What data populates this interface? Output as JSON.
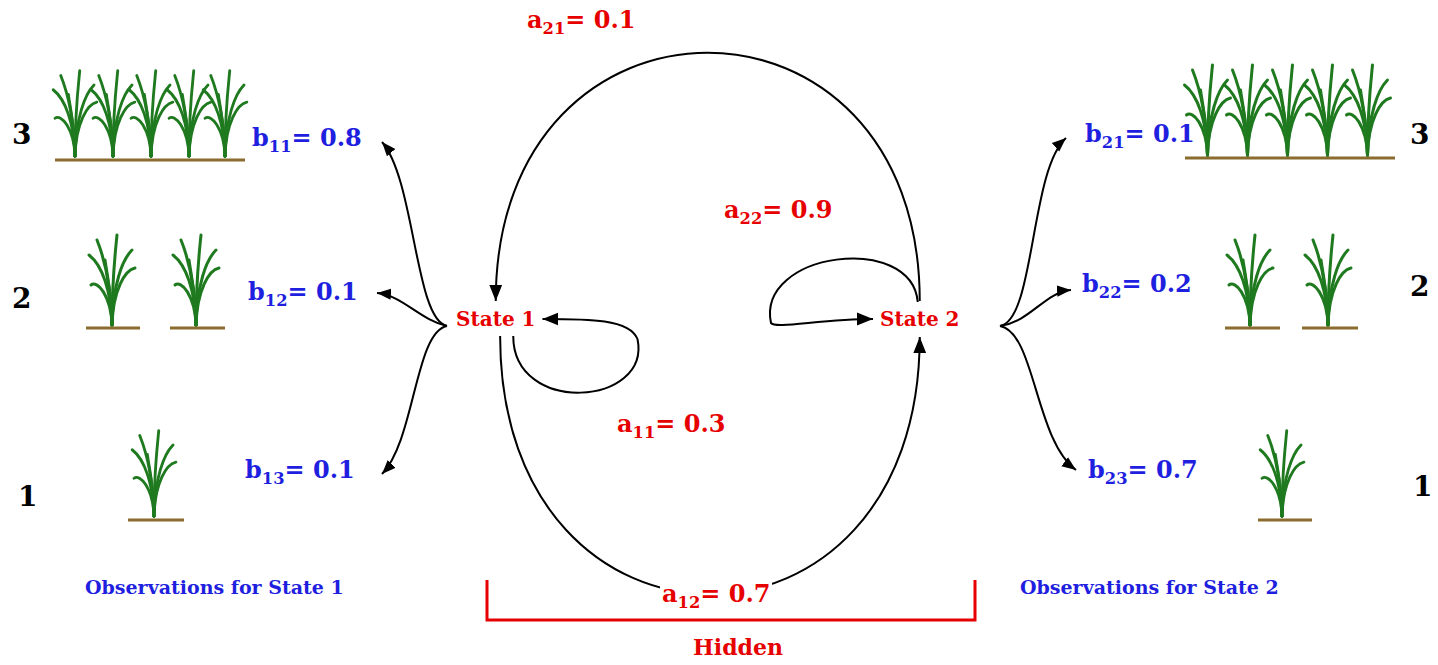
{
  "diagram": {
    "nodes": [
      {
        "text": [
          "State 1"
        ]
      },
      {
        "text": [
          "State 2"
        ]
      }
    ],
    "edges": [
      {
        "from": 1,
        "to": 0,
        "arrow": "to",
        "label": "a21= 0.1"
      },
      {
        "from": 1,
        "to": 1,
        "arrow": "to",
        "label": "a22= 0.9"
      },
      {
        "from": 0,
        "to": 0,
        "arrow": "to",
        "label": "a11= 0.3"
      },
      {
        "from": 0,
        "to": 1,
        "arrow": "to",
        "label": "a12= 0.7"
      }
    ],
    "labels": [
      "3",
      "b11= 0.8",
      "2",
      "b12= 0.1",
      "1",
      "b13= 0.1",
      "b21= 0.1",
      "3",
      "b22= 0.2",
      "2",
      "b23= 0.7",
      "1",
      "Observations for State 1",
      "Observations for State 2",
      "Hidden"
    ]
  }
}
